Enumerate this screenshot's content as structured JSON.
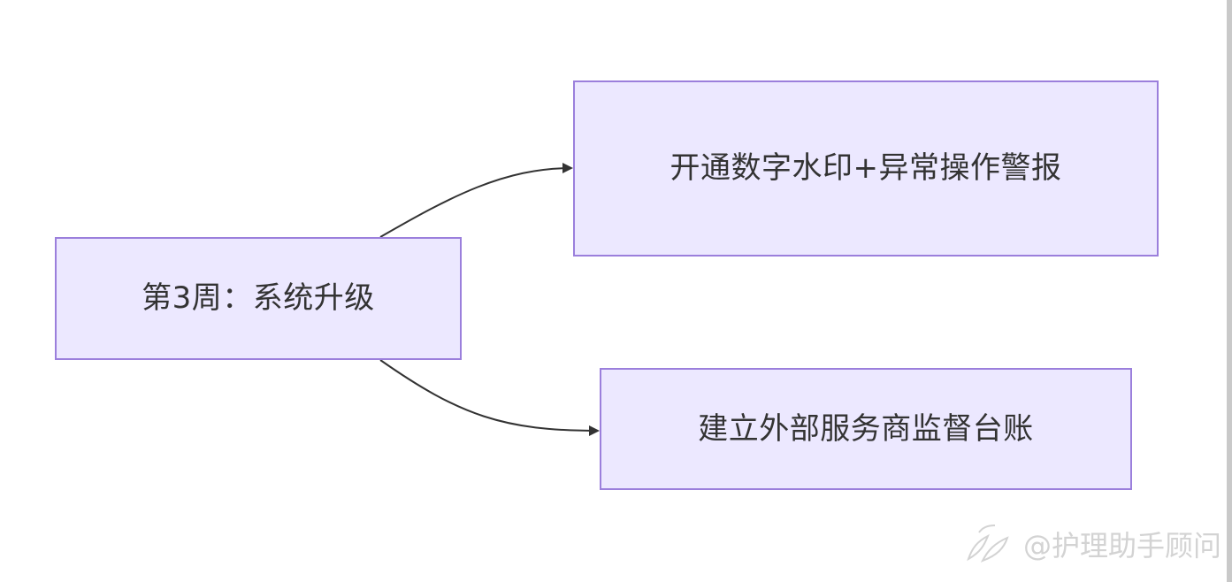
{
  "diagram": {
    "nodes": [
      {
        "id": "week3",
        "label": "第3周：系统升级"
      },
      {
        "id": "watermark",
        "label": "开通数字水印+异常操作警报"
      },
      {
        "id": "ledger",
        "label": "建立外部服务商监督台账"
      }
    ],
    "edges": [
      {
        "from": "week3",
        "to": "watermark"
      },
      {
        "from": "week3",
        "to": "ledger"
      }
    ]
  },
  "watermark": {
    "text": "@护理助手顾问"
  },
  "colors": {
    "node_fill": "#ece8ff",
    "node_border": "#9b7fdc",
    "edge": "#333333",
    "watermark": "#d3d3d3"
  }
}
